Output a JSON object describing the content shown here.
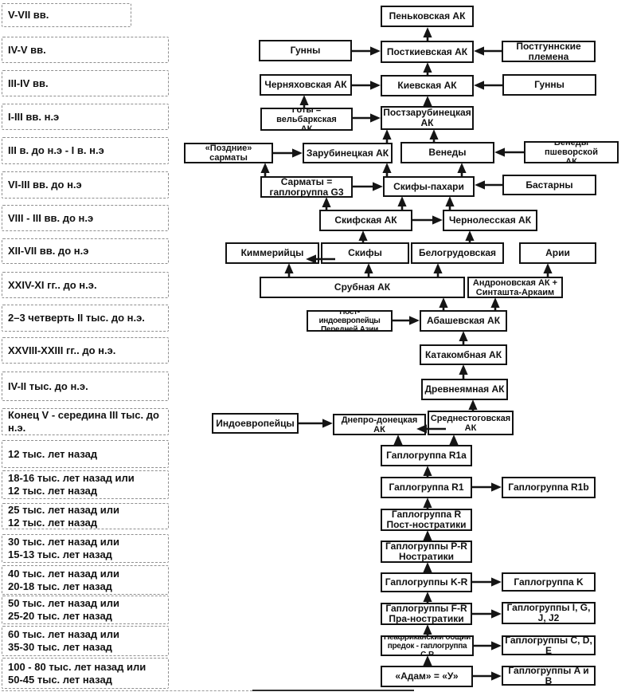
{
  "colors": {
    "background": "#ffffff",
    "node_border": "#121212",
    "timeline_border": "#8f8f8f",
    "text": "#111111",
    "arrow": "#151515"
  },
  "timeline": [
    "V-VII вв.",
    "IV-V вв.",
    "III-IV вв.",
    "I-III вв. н.э",
    "III в. до н.э - I в. н.э",
    "VI-III вв. до н.э",
    "VIII - III вв. до н.э",
    "XII-VII вв. до н.э",
    "XXIV-XI гг.. до н.э.",
    "2–3 четверть II тыс. до н.э.",
    "XXVIII-XXIII гг.. до н.э.",
    "IV-II тыс. до н.э.",
    "Конец V - середина III тыс. до н.э.",
    "12 тыс. лет назад",
    "18-16 тыс. лет назад или\n12 тыс. лет назад",
    "25 тыс. лет назад или\n12 тыс. лет назад",
    "30 тыс. лет назад или\n15-13 тыс. лет назад",
    "40 тыс. лет назад или\n20-18 тыс. лет назад",
    "50 тыс. лет назад или\n25-20 тыс. лет назад",
    "60 тыс. лет назад или\n35-30 тыс. лет назад",
    "100 - 80 тыс. лет назад или\n50-45 тыс. лет назад"
  ],
  "nodes": {
    "penkovskaya": "Пеньковская АК",
    "gunny1": "Гунны",
    "postkievskaya": "Посткиевская АК",
    "postgunnskie": "Постгуннские\nплемена",
    "chernyahovskaya": "Черняховская АК",
    "kievskaya": "Киевская АК",
    "gunny2": "Гунны",
    "goty": "Готы = вельбаркская\nАК",
    "postzarubineckaya": "Постзарубинецкая\nАК",
    "pozdnie_sarmaty": "«Поздние» сарматы",
    "zarubineckaya": "Зарубинецкая АК",
    "venedy": "Венеды",
    "venedy_pshevorskoy": "Венеды пшеворской\nАК",
    "sarmaty": "Сарматы =\nгаплогруппа G3",
    "skify_pahari": "Скифы-пахари",
    "bastarny": "Бастарны",
    "skifskaya": "Скифская АК",
    "chernolesskaya": "Чернолесская АК",
    "kimmeriycy": "Киммерийцы",
    "skify": "Скифы",
    "belogrudovskaya": "Белогрудовская",
    "arii": "Арии",
    "srubnaya": "Срубная АК",
    "andronovskaya": "Андроновская АК +\nСинташта-Аркаим",
    "post_indoevropeycy": "Пост-индоевропейцы\nПередней Азии",
    "abashevskaya": "Абашевская АК",
    "katakombnaya": "Катакомбная АК",
    "drevneyamnaya": "Древнеямная АК",
    "indoevropeycy": "Индоевропейцы",
    "dnepro_doneckaya": "Днепро-донецкая АК",
    "srednestogovskaya": "Среднестоговская\nАК",
    "r1a": "Гаплогруппа R1a",
    "r1": "Гаплогруппа R1",
    "r1b": "Гаплогруппа R1b",
    "r_postnostratiki": "Гаплогруппа R\nПост-ностратики",
    "pr_nostratiki": "Гаплогруппы P-R\nНостратики",
    "kr": "Гаплогруппы K-R",
    "k": "Гаплогруппа K",
    "fr_pranostratiki": "Гаплогруппы F-R\nПра-ностратики",
    "igj": "Гаплогруппы I, G,\nJ, J2",
    "neafrikanskiy": "Неафриканский общий\nпредок - гаплогруппа C-R",
    "cde": "Гаплогруппы C, D, E",
    "adam": "«Адам» = «У»",
    "ab": "Гаплогруппы A и B"
  },
  "edges": [
    "postkievskaya -> penkovskaya",
    "kievskaya -> postkievskaya",
    "postzarubineckaya -> kievskaya",
    "goty -> chernyahovskaya",
    "zarubineckaya -> postzarubineckaya",
    "venedy -> postzarubineckaya",
    "sarmaty -> pozdnie_sarmaty",
    "skify_pahari -> zarubineckaya",
    "skify_pahari -> venedy",
    "skifskaya -> sarmaty",
    "skifskaya -> skify_pahari",
    "chernolesskaya -> skify_pahari",
    "skify -> skifskaya",
    "belogrudovskaya -> chernolesskaya",
    "srubnaya -> kimmeriycy",
    "srubnaya -> skify",
    "srubnaya -> belogrudovskaya",
    "andronovskaya -> arii",
    "abashevskaya -> srubnaya",
    "abashevskaya -> andronovskaya",
    "katakombnaya -> abashevskaya",
    "drevneyamnaya -> katakombnaya",
    "srednestogovskaya -> drevneyamnaya",
    "r1a -> dnepro_doneckaya",
    "r1a -> srednestogovskaya",
    "r1 -> r1a",
    "r_postnostratiki -> r1",
    "pr_nostratiki -> r_postnostratiki",
    "kr -> pr_nostratiki",
    "fr_pranostratiki -> kr",
    "neafrikanskiy -> fr_pranostratiki",
    "adam -> neafrikanskiy",
    "gunny1 -> postkievskaya",
    "chernyahovskaya -> kievskaya",
    "goty -> postzarubineckaya",
    "pozdnie_sarmaty -> zarubineckaya",
    "sarmaty -> skify_pahari",
    "skifskaya -> chernolesskaya",
    "post_indoevropeycy -> abashevskaya",
    "indoevropeycy -> dnepro_doneckaya",
    "r1 -> r1b",
    "kr -> k",
    "fr_pranostratiki -> igj",
    "neafrikanskiy -> cde",
    "adam -> ab",
    "postgunnskie -> postkievskaya",
    "gunny2 -> kievskaya",
    "venedy_pshevorskoy -> venedy",
    "bastarny -> skify_pahari",
    "skify -> kimmeriycy",
    "srednestogovskaya -> dnepro_doneckaya"
  ]
}
